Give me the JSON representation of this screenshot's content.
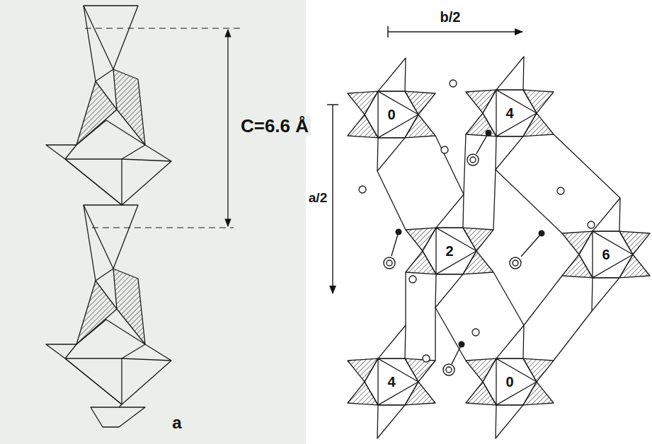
{
  "diagram": {
    "labels": [
      "C=6.6 Å",
      "a",
      "b/2",
      "a/2",
      "0",
      "4",
      "2",
      "6",
      "4",
      "0"
    ]
  }
}
